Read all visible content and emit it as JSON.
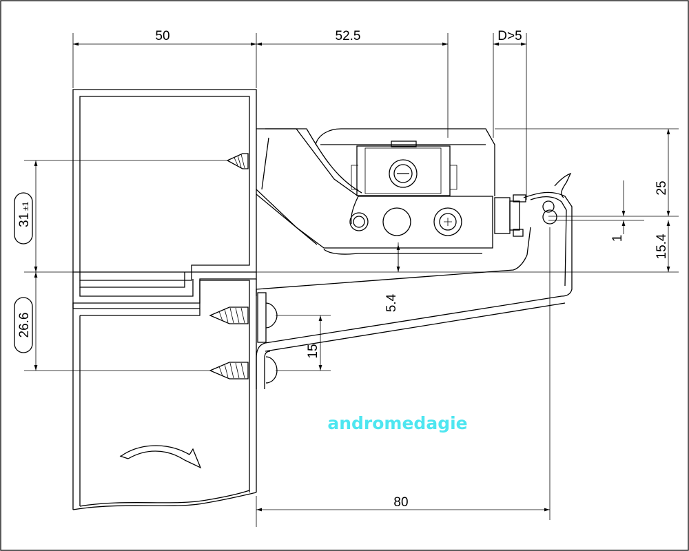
{
  "dimensions": {
    "top_left_width": "50",
    "top_mid_width": "52.5",
    "top_gap": "D>5",
    "bottom_width": "80",
    "right_height_top": "25",
    "right_height_bottom": "15.4",
    "right_offset": "1",
    "left_upper_height": "31",
    "left_upper_tolerance": "±1",
    "left_lower_height": "26.6",
    "screw_spacing": "15",
    "arm_offset": "5.4"
  },
  "watermark": "andromedagie",
  "colors": {
    "line": "#000000",
    "watermark": "#4ee6f0",
    "background": "#ffffff"
  }
}
